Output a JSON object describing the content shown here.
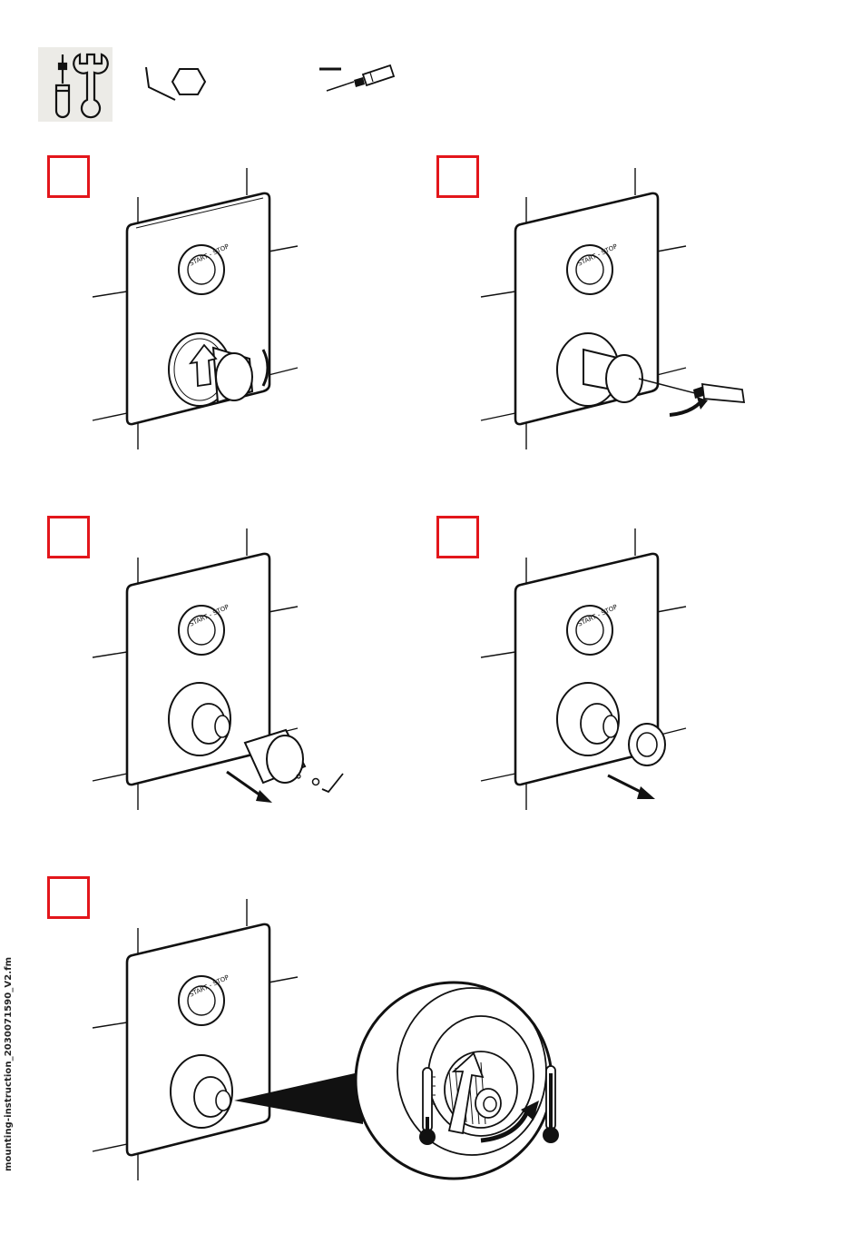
{
  "tools": {
    "panel_icons": [
      "screwdriver-icon",
      "wrench-icon"
    ],
    "items": [
      "hex-key-icon",
      "flat-screwdriver-icon"
    ]
  },
  "panel": {
    "button_label": "START - STOP"
  },
  "steps": [
    {
      "id": 1,
      "icon": "rotate-arrow-icon"
    },
    {
      "id": 2,
      "icon": "screwdriver-icon"
    },
    {
      "id": 3,
      "icon": "hex-key-icon"
    },
    {
      "id": 4,
      "icon": "pull-arrow-icon"
    },
    {
      "id": 5,
      "icon": "thermometer-icon"
    }
  ],
  "footer": {
    "filename": "mounting-instruction_2030071590_V2.fm"
  },
  "colors": {
    "step_border": "#e3161b",
    "tool_panel": "#ecebe7",
    "line": "#111111"
  }
}
